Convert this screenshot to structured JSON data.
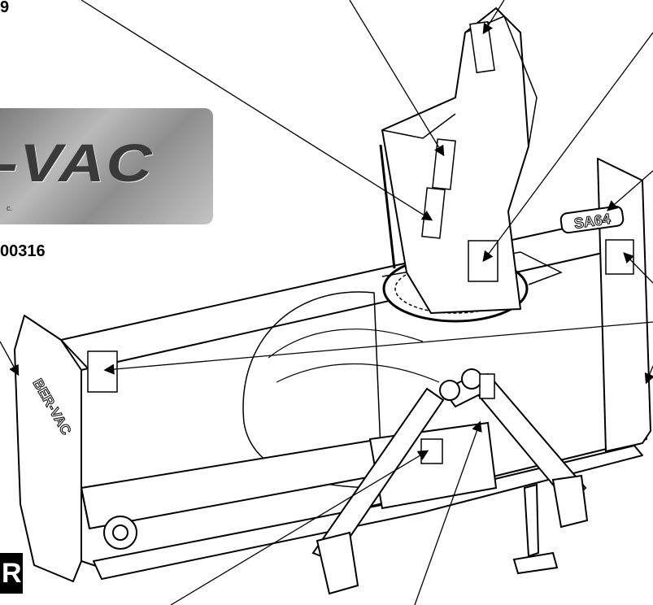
{
  "labels": {
    "top_left_fragment": "9",
    "part_number_fragment": "00316",
    "brand_mark_fragment": "R"
  },
  "logo": {
    "text": "-VAC",
    "suffix": "c."
  },
  "machine": {
    "model_badge": "SA64",
    "side_panel_text": "BER-VAC"
  }
}
